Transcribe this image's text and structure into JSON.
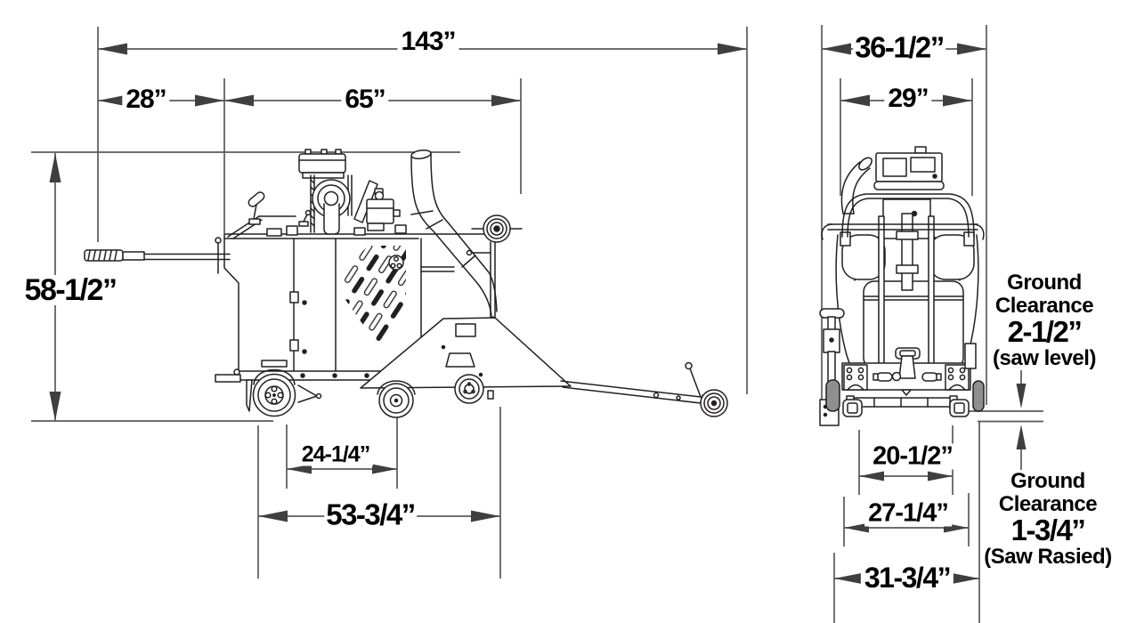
{
  "colors": {
    "background": "#ffffff",
    "dimension_line": "#58595b",
    "arrowhead": "#3f3f41",
    "text": "#000000",
    "drawing_line": "#231f20"
  },
  "side_view": {
    "dims": {
      "overall_length": "143”",
      "handle_section": "28”",
      "body_section": "65”",
      "overall_height": "58-1/2”",
      "wheel_spacing": "24-1/4”",
      "wheel_span": "53-3/4”"
    }
  },
  "rear_view": {
    "dims": {
      "overall_width": "36-1/2”",
      "body_width": "29”",
      "track_inner": "20-1/2”",
      "track_middle": "27-1/4”",
      "track_outer": "31-3/4”"
    },
    "ground_clearance_saw_level": {
      "line1": "Ground",
      "line2": "Clearance",
      "value": "2-1/2”",
      "note": "(saw level)"
    },
    "ground_clearance_saw_raised": {
      "line1": "Ground",
      "line2": "Clearance",
      "value": "1-3/4”",
      "note": "(Saw Rasied)"
    }
  }
}
